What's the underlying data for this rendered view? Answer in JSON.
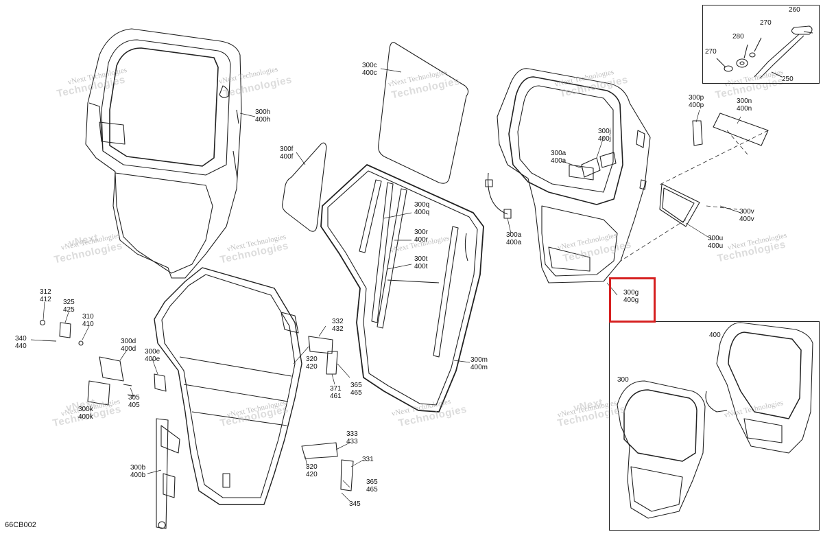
{
  "diagram_code": "66CB002",
  "watermark": {
    "small": "vNext Technologies",
    "big_line1": "vNext",
    "big_line2": "Technologies"
  },
  "highlight_color": "#d62020",
  "callouts": [
    {
      "id": "c-300h",
      "lines": [
        "300h",
        "400h"
      ]
    },
    {
      "id": "c-300c",
      "lines": [
        "300c",
        "400c"
      ]
    },
    {
      "id": "c-300f",
      "lines": [
        "300f",
        "400f"
      ]
    },
    {
      "id": "c-300q",
      "lines": [
        "300q",
        "400q"
      ]
    },
    {
      "id": "c-300r",
      "lines": [
        "300r",
        "400r"
      ]
    },
    {
      "id": "c-300t",
      "lines": [
        "300t",
        "400t"
      ]
    },
    {
      "id": "c-300m",
      "lines": [
        "300m",
        "400m"
      ]
    },
    {
      "id": "c-300j",
      "lines": [
        "300j",
        "400j"
      ]
    },
    {
      "id": "c-300a-1",
      "lines": [
        "300a",
        "400a"
      ]
    },
    {
      "id": "c-300a-2",
      "lines": [
        "300a",
        "400a"
      ]
    },
    {
      "id": "c-300p",
      "lines": [
        "300p",
        "400p"
      ]
    },
    {
      "id": "c-300n",
      "lines": [
        "300n",
        "400n"
      ]
    },
    {
      "id": "c-300v",
      "lines": [
        "300v",
        "400v"
      ]
    },
    {
      "id": "c-300u",
      "lines": [
        "300u",
        "400u"
      ]
    },
    {
      "id": "c-300g",
      "lines": [
        "300g",
        "400g"
      ]
    },
    {
      "id": "c-312",
      "lines": [
        "312",
        "412"
      ]
    },
    {
      "id": "c-325",
      "lines": [
        "325",
        "425"
      ]
    },
    {
      "id": "c-310",
      "lines": [
        "310",
        "410"
      ]
    },
    {
      "id": "c-340",
      "lines": [
        "340",
        "440"
      ]
    },
    {
      "id": "c-300d",
      "lines": [
        "300d",
        "400d"
      ]
    },
    {
      "id": "c-300e",
      "lines": [
        "300e",
        "400e"
      ]
    },
    {
      "id": "c-300k",
      "lines": [
        "300k",
        "400k"
      ]
    },
    {
      "id": "c-305",
      "lines": [
        "305",
        "405"
      ]
    },
    {
      "id": "c-300b",
      "lines": [
        "300b",
        "400b"
      ]
    },
    {
      "id": "c-332",
      "lines": [
        "332",
        "432"
      ]
    },
    {
      "id": "c-320-1",
      "lines": [
        "320",
        "420"
      ]
    },
    {
      "id": "c-371",
      "lines": [
        "371",
        "461"
      ]
    },
    {
      "id": "c-365-1",
      "lines": [
        "365",
        "465"
      ]
    },
    {
      "id": "c-333",
      "lines": [
        "333",
        "433"
      ]
    },
    {
      "id": "c-331",
      "lines": [
        "331"
      ]
    },
    {
      "id": "c-320-2",
      "lines": [
        "320",
        "420"
      ]
    },
    {
      "id": "c-365-2",
      "lines": [
        "365",
        "465"
      ]
    },
    {
      "id": "c-345",
      "lines": [
        "345"
      ]
    },
    {
      "id": "c-260",
      "lines": [
        "260"
      ]
    },
    {
      "id": "c-280",
      "lines": [
        "280"
      ]
    },
    {
      "id": "c-270-1",
      "lines": [
        "270"
      ]
    },
    {
      "id": "c-270-2",
      "lines": [
        "270"
      ]
    },
    {
      "id": "c-250",
      "lines": [
        "250"
      ]
    },
    {
      "id": "c-300",
      "lines": [
        "300"
      ]
    },
    {
      "id": "c-400",
      "lines": [
        "400"
      ]
    }
  ]
}
